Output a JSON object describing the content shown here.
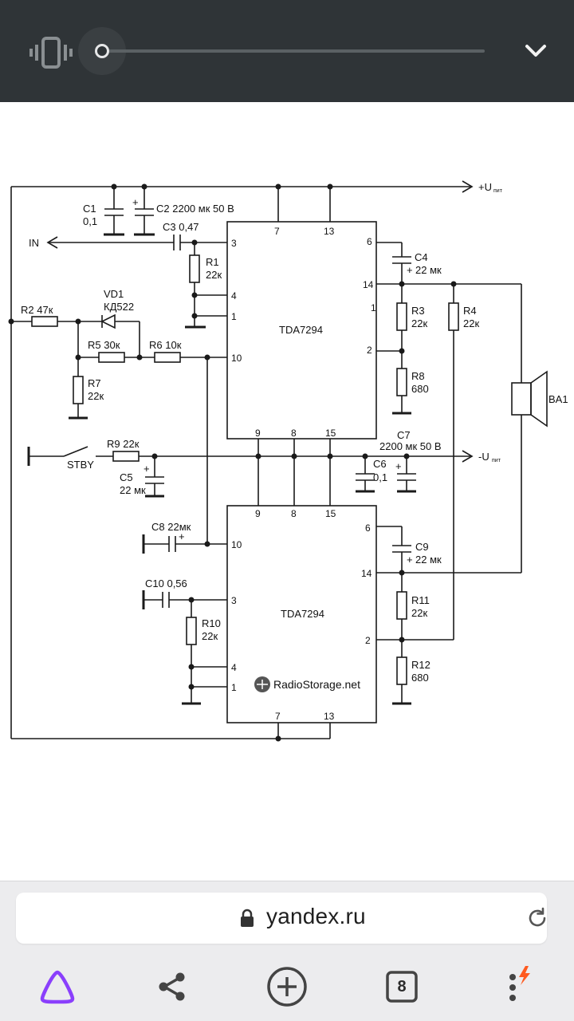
{
  "top_bar": {
    "vibrate_icon": "vibrate-icon",
    "collapse_icon": "chevron-down-icon"
  },
  "schematic": {
    "chips": [
      "TDA7294",
      "TDA7294"
    ],
    "labels": {
      "c1": "C1",
      "c1_val": "0,1",
      "c2": "C2 2200 мк  50 В",
      "c3": "C3 0,47",
      "in": "IN",
      "r1": "R1",
      "r1_val": "22к",
      "r2": "R2  47к",
      "vd1": "VD1",
      "vd1_val": "КД522",
      "r5": "R5   30к",
      "r6": "R6  10к",
      "r7": "R7",
      "r7_val": "22к",
      "c4": "C4",
      "c4_val": "22 мк",
      "r3": "R3",
      "r3_val": "22к",
      "r4": "R4",
      "r4_val": "22к",
      "r8": "R8",
      "r8_val": "680",
      "ba1": "BA1",
      "vplus": "+U",
      "vplus_sub": "пит",
      "vminus": "-U",
      "vminus_sub": "пит",
      "stby": "STBY",
      "r9": "R9  22к",
      "c5": "C5",
      "c5_val": "22 мк",
      "c7": "C7",
      "c7_val": "2200 мк  50 В",
      "c6": "C6",
      "c6_val": "0,1",
      "c8": "C8 22мк",
      "c10": "C10 0,56",
      "r10": "R10",
      "r10_val": "22к",
      "c9": "C9",
      "c9_val": "22 мк",
      "r11": "R11",
      "r11_val": "22к",
      "r12": "R12",
      "r12_val": "680",
      "watermark": "RadioStorage.net"
    },
    "pins_top": {
      "p7": "7",
      "p13": "13",
      "p3": "3",
      "p4": "4",
      "p1": "1",
      "p10": "10",
      "p6": "6",
      "p14": "14",
      "p1r": "1",
      "p2": "2",
      "p9": "9",
      "p8": "8",
      "p15": "15"
    },
    "pins_bottom": {
      "p9": "9",
      "p8": "8",
      "p15": "15",
      "p10": "10",
      "p3": "3",
      "p4": "4",
      "p1": "1",
      "p6": "6",
      "p14": "14",
      "p2": "2",
      "p7": "7",
      "p13": "13"
    }
  },
  "browser": {
    "url": "yandex.ru",
    "tab_count": "8",
    "icons": {
      "alice": "alice-icon",
      "share": "share-icon",
      "new_tab": "plus-circle-icon",
      "tabs": "tabs-icon",
      "menu": "more-vert-icon",
      "lock": "lock-icon",
      "reload": "reload-icon"
    },
    "accent_alice": "#8a3ffc",
    "accent_menu": "#ff5a1f"
  }
}
